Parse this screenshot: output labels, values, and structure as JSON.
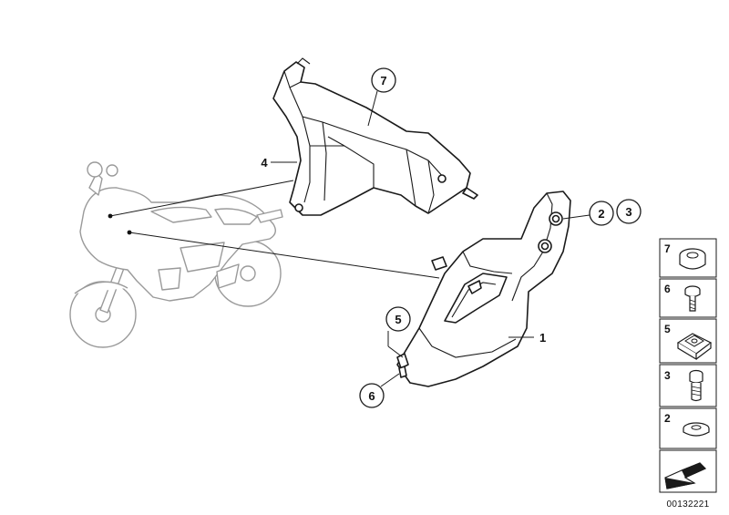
{
  "diagram": {
    "callouts": {
      "c7_top": "7",
      "c2": "2",
      "c3": "3",
      "c5": "5",
      "c6": "6"
    },
    "labels": {
      "l4": "4",
      "l1": "1"
    },
    "legend": [
      {
        "num": "7",
        "part_icon": "rubber-grommet-icon"
      },
      {
        "num": "6",
        "part_icon": "screw-icon"
      },
      {
        "num": "5",
        "part_icon": "clip-nut-icon"
      },
      {
        "num": "3",
        "part_icon": "bolt-icon"
      },
      {
        "num": "2",
        "part_icon": "washer-icon"
      },
      {
        "num": "",
        "part_icon": "arrow-icon"
      }
    ],
    "doc_number": "00132221",
    "colors": {
      "lines": "#1a1a1a",
      "motorcycle": "#9a9a9a"
    }
  }
}
